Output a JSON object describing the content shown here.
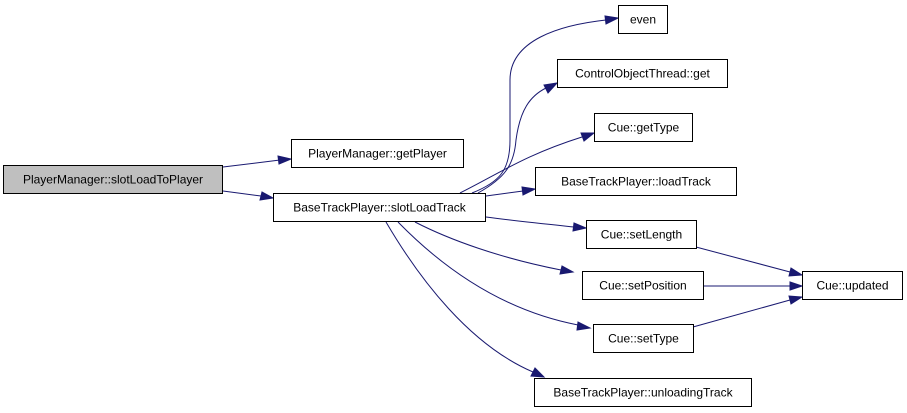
{
  "nodes": {
    "slot_load_to_player": "PlayerManager::slotLoadToPlayer",
    "get_player": "PlayerManager::getPlayer",
    "slot_load_track": "BaseTrackPlayer::slotLoadTrack",
    "even": "even",
    "control_object_thread_get": "ControlObjectThread::get",
    "cue_get_type": "Cue::getType",
    "load_track": "BaseTrackPlayer::loadTrack",
    "cue_set_length": "Cue::setLength",
    "cue_set_position": "Cue::setPosition",
    "cue_set_type": "Cue::setType",
    "unloading_track": "BaseTrackPlayer::unloadingTrack",
    "cue_updated": "Cue::updated"
  },
  "colors": {
    "edge": "#191970",
    "root_fill": "#bfbfbf",
    "node_fill": "#ffffff",
    "node_border": "#000000"
  }
}
